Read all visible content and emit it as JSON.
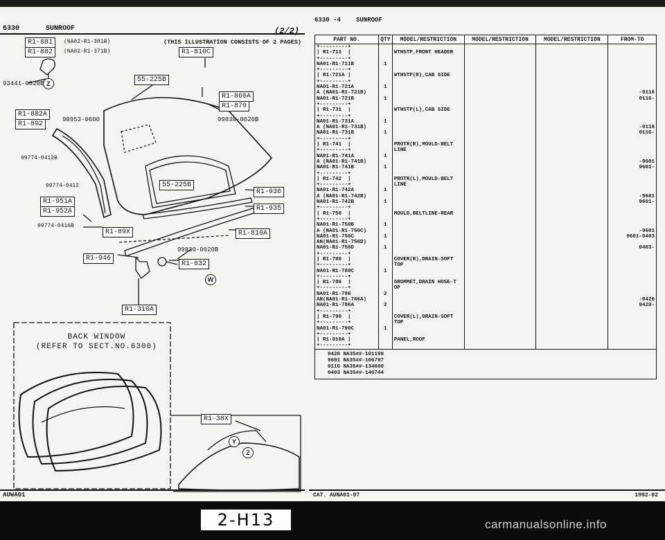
{
  "left": {
    "section_code": "6330",
    "section_title": "SUNROOF",
    "page_indicator": "(2/2)",
    "illustration_note": "(THIS ILLUSTRATION CONSISTS OF 2 PAGES)",
    "ref_top_right": "R1-810C",
    "model_codes": [
      {
        "box": "R1-881",
        "range": "(NA02-R1-381B)"
      },
      {
        "box": "R1-882",
        "range": "(NA02-R1-371B)"
      }
    ],
    "labels": {
      "p93441": "93441-0820B",
      "circle_z": "Z",
      "r1_882a": "R1-882A",
      "r1_892": "R1-892",
      "p90953": "90953-0600",
      "p99774_12": "99774-0412B",
      "p99774_0412": "99774-0412",
      "r1_951a": "R1-951A",
      "r1_952a": "R1-952A",
      "p99774_16": "99774-0416B",
      "r1_89x": "R1-89X",
      "r1_946": "R1-946",
      "r1_310a": "R1-310A",
      "p55_225b_top": "55-225B",
      "p55_225b_mid": "55-225B",
      "r1_860a": "R1-860A",
      "r1_870": "R1-870",
      "p99830_top": "99830-0620B",
      "r1_936": "R1-936",
      "r1_935": "R1-935",
      "r1_810a": "R1-810A",
      "p99830_bot": "99830-0620B",
      "r1_832": "R1-832",
      "circle_w": "W",
      "r1_38x": "R1-38X",
      "circle_y": "Y",
      "circle_z2": "Z"
    },
    "back_window_note_1": "BACK WINDOW",
    "back_window_note_2": "(REFER TO SECT.NO.6300)",
    "footer_code": "AUWA01"
  },
  "right": {
    "section_code": "6330 -4",
    "section_title": "SUNROOF",
    "headers": [
      "PART NO.",
      "QTY",
      "MODEL/RESTRICTION",
      "MODEL/RESTRICTION",
      "MODEL/RESTRICTION",
      "FROM-TO"
    ],
    "rows": [
      {
        "part": "+---------+\n| R1-711  |\n+---------+\nNA01-R1-711B",
        "qty": "\n\n\n1",
        "desc": "\nWTHSTP,FRONT HEADER",
        "from": ""
      },
      {
        "part": "+---------+\n| R1-721A |\n+---------+\nNA01-R1-721A\nA (NA01-R1-721B)",
        "qty": "\n\n\n1",
        "desc": "\nWTHSTP(R),CAB SIDE",
        "from": "\n\n\n\n-0116"
      },
      {
        "part": "NA01-R1-721B",
        "qty": "1",
        "desc": "",
        "from": "0116-"
      },
      {
        "part": "+---------+\n| R1-731  |\n+---------+\nNA01-R1-731A\nA (NA01-R1-731B)",
        "qty": "\n\n\n1",
        "desc": "\nWTHSTP(L),CAB SIDE",
        "from": "\n\n\n\n-0116"
      },
      {
        "part": "NA01-R1-731B",
        "qty": "1",
        "desc": "",
        "from": "0116-"
      },
      {
        "part": "+---------+\n| R1-741  |\n+---------+\nNA01-R1-741A\nA (NA01-R1-741B)",
        "qty": "\n\n\n1",
        "desc": "\nPROTR(R),MOULD-BELT\nLINE",
        "from": "\n\n\n\n-9601"
      },
      {
        "part": "NA01-R1-741B",
        "qty": "1",
        "desc": "",
        "from": "9601-"
      },
      {
        "part": "+---------+\n| R1-742  |\n+---------+\nNA01-R1-742A\nA (NA01-R1-742B)",
        "qty": "\n\n\n1",
        "desc": "\nPROTR(L),MOULD-BELT\nLINE",
        "from": "\n\n\n\n-9601"
      },
      {
        "part": "NA01-R1-742B",
        "qty": "1",
        "desc": "",
        "from": "9601-"
      },
      {
        "part": "+---------+\n| R1-750  |\n+---------+\nNA01-R1-750B\nA (NA01-R1-750C)",
        "qty": "\n\n\n1",
        "desc": "\nMOULD,BELTLINE-REAR",
        "from": "\n\n\n\n-9601"
      },
      {
        "part": "NA01-R1-750C\nAN(NA01-R1-750D)",
        "qty": "1",
        "desc": "",
        "from": "9601-0403"
      },
      {
        "part": "NA01-R1-750D",
        "qty": "1",
        "desc": "",
        "from": "0403-"
      },
      {
        "part": "+---------+\n| R1-780  |\n+---------+\nNA01-R1-780C",
        "qty": "\n\n\n1",
        "desc": "\nCOVER(R),DRAIN-SOFT\nTOP",
        "from": ""
      },
      {
        "part": "+---------+\n| R1-786  |\n+---------+\nNA01-R1-786\nAN(NA01-R1-786A)",
        "qty": "\n\n\n2",
        "desc": "\nGROMMET,DRAIN HOSE-T\nOP",
        "from": "\n\n\n\n-9420"
      },
      {
        "part": "NA01-R1-786A",
        "qty": "2",
        "desc": "",
        "from": "9420-"
      },
      {
        "part": "+---------+\n| R1-790  |\n+---------+\nNA01-R1-790C",
        "qty": "\n\n\n1",
        "desc": "\nCOVER(L),DRAIN-SOFT\nTOP",
        "from": ""
      },
      {
        "part": "+---------+\n| R1-810A |\n+---------+",
        "qty": "",
        "desc": "\nPANEL,ROOF",
        "from": ""
      }
    ],
    "notes": [
      "9420 NA35##-101198",
      "9601 NA35##-106797",
      "0116 NA35##-134600",
      "0403 NA35##-146744"
    ],
    "footer_left": "CAT. AUNA01-07",
    "footer_right": "1992-02"
  },
  "page_tab": "2-H13",
  "watermark": "carmanualsonline.info"
}
